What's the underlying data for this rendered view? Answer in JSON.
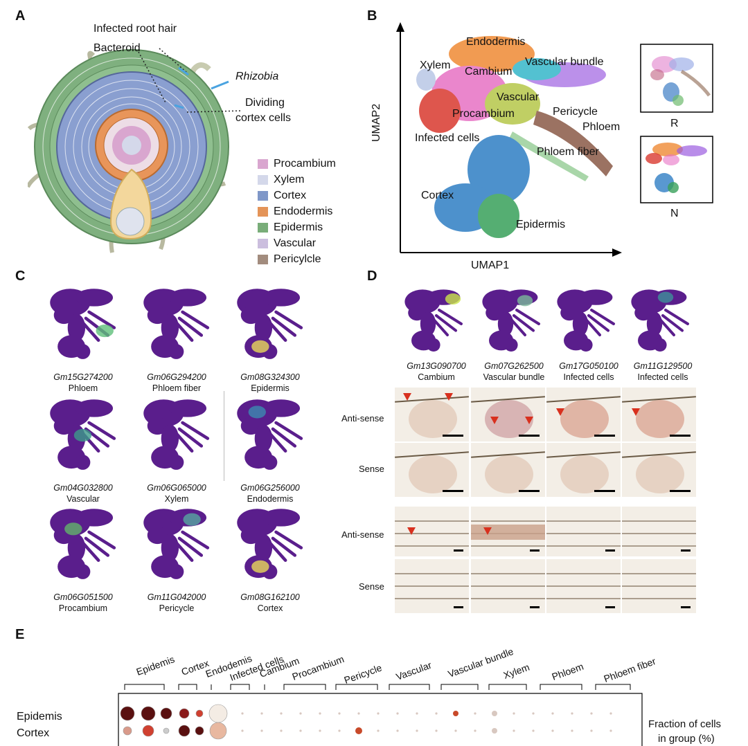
{
  "panels": {
    "A": "A",
    "B": "B",
    "C": "C",
    "D": "D",
    "E": "E"
  },
  "panel_a": {
    "annotations": {
      "infected_root_hair": "Infected root hair",
      "bacteroid": "Bacteroid",
      "rhizobia": "Rhizobia",
      "dividing_1": "Dividing",
      "dividing_2": "cortex cells"
    },
    "legend": [
      {
        "label": "Procambium",
        "color": "#d9a6cf"
      },
      {
        "label": "Xylem",
        "color": "#d4d8ea"
      },
      {
        "label": "Cortex",
        "color": "#7f97c8"
      },
      {
        "label": "Endodermis",
        "color": "#e49458"
      },
      {
        "label": "Epidermis",
        "color": "#79ad79"
      },
      {
        "label": "Vascular",
        "color": "#cbbede"
      },
      {
        "label": "Pericylcle",
        "color": "#a28c7e"
      }
    ]
  },
  "panel_b": {
    "xlabel": "UMAP1",
    "ylabel": "UMAP2",
    "clusters": [
      "Endodermis",
      "Xylem",
      "Cambium",
      "Vascular bundle",
      "Vascular",
      "Pericycle",
      "Procambium",
      "Phloem",
      "Infected cells",
      "Phloem fiber",
      "Cortex",
      "Epidermis"
    ],
    "inset_r": "R",
    "inset_n": "N"
  },
  "panel_c": {
    "items": [
      {
        "gene": "Gm15G274200",
        "cell": "Phloem"
      },
      {
        "gene": "Gm06G294200",
        "cell": "Phloem fiber"
      },
      {
        "gene": "Gm08G324300",
        "cell": "Epidermis"
      },
      {
        "gene": "Gm04G032800",
        "cell": "Vascular"
      },
      {
        "gene": "Gm06G065000",
        "cell": "Xylem"
      },
      {
        "gene": "Gm06G256000",
        "cell": "Endodermis"
      },
      {
        "gene": "Gm06G051500",
        "cell": "Procambium"
      },
      {
        "gene": "Gm11G042000",
        "cell": "Pericycle"
      },
      {
        "gene": "Gm08G162100",
        "cell": "Cortex"
      }
    ]
  },
  "panel_d": {
    "items": [
      {
        "gene": "Gm13G090700",
        "cell": "Cambium"
      },
      {
        "gene": "Gm07G262500",
        "cell": "Vascular bundle"
      },
      {
        "gene": "Gm17G050100",
        "cell": "Infected cells"
      },
      {
        "gene": "Gm11G129500",
        "cell": "Infected cells"
      }
    ],
    "rows": [
      "Anti-sense",
      "Sense",
      "Anti-sense",
      "Sense"
    ]
  },
  "panel_e": {
    "categories": [
      "Epidemis",
      "Cortex",
      "Endodemis",
      "Infected cells",
      "Cambium",
      "Procambium",
      "Pericycle",
      "Vascular",
      "Vascular bundle",
      "Xylem",
      "Phloem",
      "Phloem fiber"
    ],
    "rows": [
      "Epidemis",
      "Cortex"
    ],
    "legend_1": "Fraction of cells",
    "legend_2": "in group (%)"
  }
}
